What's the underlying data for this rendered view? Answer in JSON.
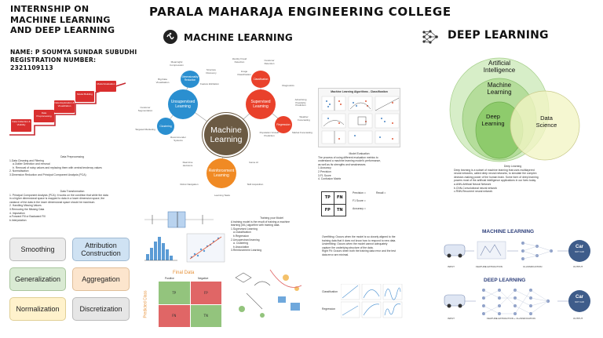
{
  "header": {
    "internship_title_1": "INTERNSHIP ON",
    "internship_title_2": "MACHINE LEARNING",
    "internship_title_3": "AND DEEP LEARNING",
    "name_line": "NAME: P SOUMYA SUNDAR SUBUDHI",
    "reg_line": "REGISTRATION NUMBER:",
    "reg_number": "2321109113",
    "college": "PARALA MAHARAJA ENGINEERING COLLEGE",
    "ml_heading": "MACHINE LEARNING",
    "dl_heading": "DEEP LEARNING"
  },
  "staircase": {
    "steps": [
      "Data Collection & Visibility",
      "Data Preprocessing",
      "Data Exploration & Visualization",
      "Model Building",
      "Model Evaluation"
    ]
  },
  "preprocessing_text": {
    "title": "Data Preprocessing",
    "lines": [
      "1.Data Cleaning and Filtering",
      "a.Outlier Detection and removal",
      "b. Removal of noisy values and replacing them with central tendency values",
      "2. Normalisation",
      "3.Dimension Reduction and Principal Component Analysis (PCA)"
    ]
  },
  "transform_text": {
    "title": "Data Transformation",
    "lines": [
      "1. Principal Component Analysis (PCA): It works on the condition that while the data",
      "in a higher dimensional space is mapped to data in a lower dimension space, the",
      "variance of the data in the lower dimensional space should be maximum.",
      "2. Handling Missing Values",
      "3.Removing the Missing Data",
      "4. Imputation",
      "a.Forward Fill or Backward Fill",
      "b.Interpolation"
    ]
  },
  "transform_tags": [
    {
      "label": "Smoothing",
      "color": "#ececec"
    },
    {
      "label": "Attribution Construction",
      "color": "#cfe2f3"
    },
    {
      "label": "Generalization",
      "color": "#d9ead3"
    },
    {
      "label": "Aggregation",
      "color": "#fce5cd"
    },
    {
      "label": "Normalization",
      "color": "#fff2cc"
    },
    {
      "label": "Discretization",
      "color": "#e6e6e6"
    }
  ],
  "ml_mindmap": {
    "center": "Machine Learning",
    "unsupervised": "Unsupervised Learning",
    "supervised": "Supervised Learning",
    "reinforcement": "Reinforcement Learning",
    "clustering": "Clustering",
    "dimensionality": "Dimensionality Reduction",
    "classification": "Classification",
    "regression": "Regression",
    "leaves": [
      "Meaningful Compression",
      "Big Data Visualisation",
      "Structure Discovery",
      "Feature Elicitation",
      "Customer Segmentation",
      "Targeted Marketing",
      "Recommender Systems",
      "Image Classification",
      "Customer Retention",
      "Identity Fraud Detection",
      "Diagnostics",
      "Advertising Popularity Prediction",
      "Weather Forecasting",
      "Population Growth Prediction",
      "Market Forecasting",
      "Real-time decisions",
      "Game AI",
      "Robot Navigation",
      "Skill Acquisition",
      "Learning Tasks"
    ]
  },
  "classification_card": {
    "title": "Machine Learning Algorithms - Classification"
  },
  "evaluation_card": {
    "title": "Model Evaluation",
    "lines": [
      "The process of using different evaluation metrics to",
      "understand a machine learning model's performance,",
      "as well as its strengths and weaknesses.",
      "1.Accuracy",
      "2.Precision",
      "3.F1 Score",
      "4. Confusion Matrix"
    ],
    "matrix": {
      "tp": "TP",
      "fn": "FN",
      "fp": "FP",
      "tn": "TN"
    },
    "formulas": [
      "Precision =",
      "Recall =",
      "Accuracy =",
      "F1 Score ="
    ]
  },
  "training_card": {
    "title": "Training your Model",
    "lines": [
      "A training model is the result of training a machine",
      "learning (ML) algorithm with training data.",
      "1.Supervised Learning",
      "a.Classification",
      "b.Regression",
      "2.Unsupervised learning",
      "a. Clustering",
      "b.Association",
      "3.Reinforcement Learning"
    ]
  },
  "fitting_card": {
    "lines": [
      "Overfitting: Occurs when the model is so closely aligned to the",
      "training data that it does not know how to respond to new data.",
      "Underfitting: Occurs when the model cannot adequately",
      "capture the underlying structure of the data.",
      "Right Fit: Occurs when both the training data error and the test",
      "data error are minimal."
    ],
    "row_labels": [
      "Classification",
      "Regression"
    ]
  },
  "confusion_card": {
    "title": "Final Data",
    "col_pos": "Positive",
    "col_neg": "Negative",
    "row_title": "Predicted Class",
    "cells": [
      "TP",
      "FP",
      "FN",
      "TN"
    ]
  },
  "venn": {
    "ai": "Artificial Intelligence",
    "ml": "Machine Learning",
    "dl": "Deep Learning",
    "ds": "Data Science"
  },
  "dl_text": {
    "title": "Deep Learning",
    "lines": [
      "Deep learning is a subset of machine learning that uses multilayered",
      "neural networks, called deep neural networks, to simulate the complex",
      "decision-making power of the human brain. Some form of deep learning",
      "powers most of the artificial intelligence applications in our lives today.",
      "a.ANN-Artificial Neural Network",
      "b.CNN-Convolutional neural network",
      "c.RNN-Recurrent neural network"
    ]
  },
  "ml_pipeline": {
    "title": "MACHINE LEARNING",
    "labels": [
      "INPUT",
      "FEATURE EXTRACTION",
      "CLASSIFICATION",
      "OUTPUT"
    ],
    "output_word": "Car",
    "output_sub": "NOT CAR"
  },
  "dl_pipeline": {
    "title": "DEEP LEARNING",
    "labels": [
      "INPUT",
      "FEATURE EXTRACTION + CLASSIFICATION",
      "OUTPUT"
    ],
    "output_word": "Car",
    "output_sub": "NOT CAR"
  },
  "colors": {
    "unsupervised": "#2a8fd0",
    "supervised": "#e9412b",
    "reinforcement": "#f08a24",
    "center": "#6b5a43",
    "venn_outer": "#d7eec8",
    "venn_mid": "#b5dd9b",
    "venn_inner": "#8ecb6c",
    "venn_ds": "#f2f5c4"
  }
}
